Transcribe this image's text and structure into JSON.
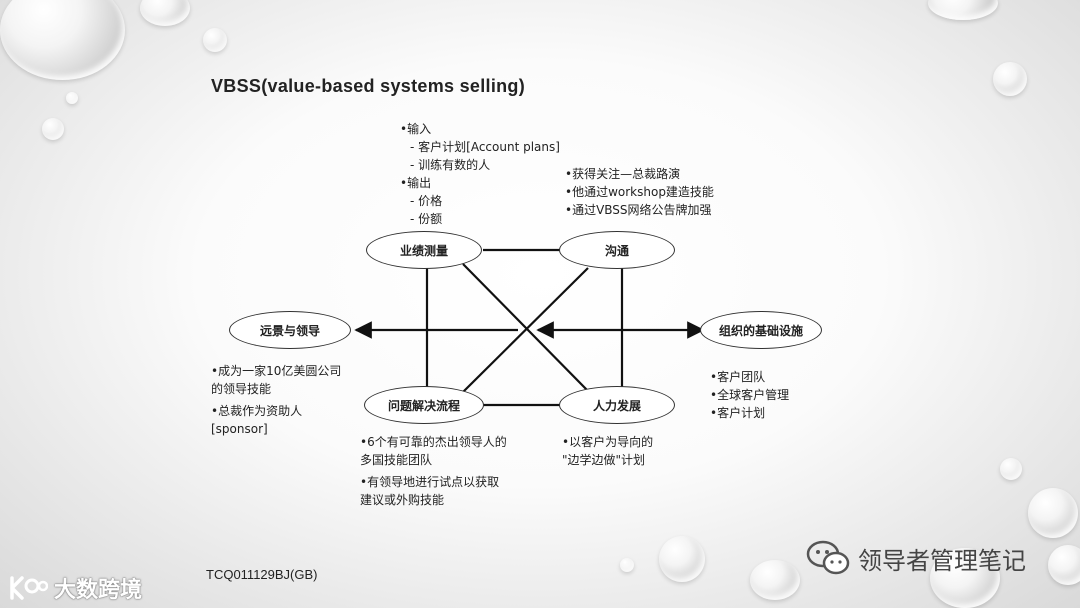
{
  "title": "VBSS(value-based systems selling)",
  "nodes": {
    "measurement": "业绩测量",
    "communication": "沟通",
    "vision": "远景与领导",
    "infrastructure": "组织的基础设施",
    "problem_solving": "问题解决流程",
    "hr_development": "人力发展"
  },
  "notes": {
    "measurement": [
      "•输入",
      "- 客户计划[Account plans]",
      "- 训练有数的人",
      "•输出",
      "- 价格",
      "- 份额"
    ],
    "communication": [
      "•获得关注—总裁路演",
      "•他通过workshop建造技能",
      "•通过VBSS网络公告牌加强"
    ],
    "vision": [
      "•成为一家10亿美圆公司",
      "的领导技能",
      "•总裁作为资助人",
      "[sponsor]"
    ],
    "infrastructure": [
      "•客户团队",
      "•全球客户管理",
      "•客户计划"
    ],
    "problem_solving": [
      "•6个有可靠的杰出领导人的",
      "多国技能团队",
      "•有领导地进行试点以获取",
      "建议或外购技能"
    ],
    "hr_development": [
      "•以客户为导向的",
      "\"边学边做\"计划"
    ]
  },
  "footer": "TCQ011129BJ(GB)",
  "watermark_right": "领导者管理笔记",
  "watermark_left": "大数跨境",
  "icons": [
    "wechat-icon",
    "logo-icon"
  ]
}
